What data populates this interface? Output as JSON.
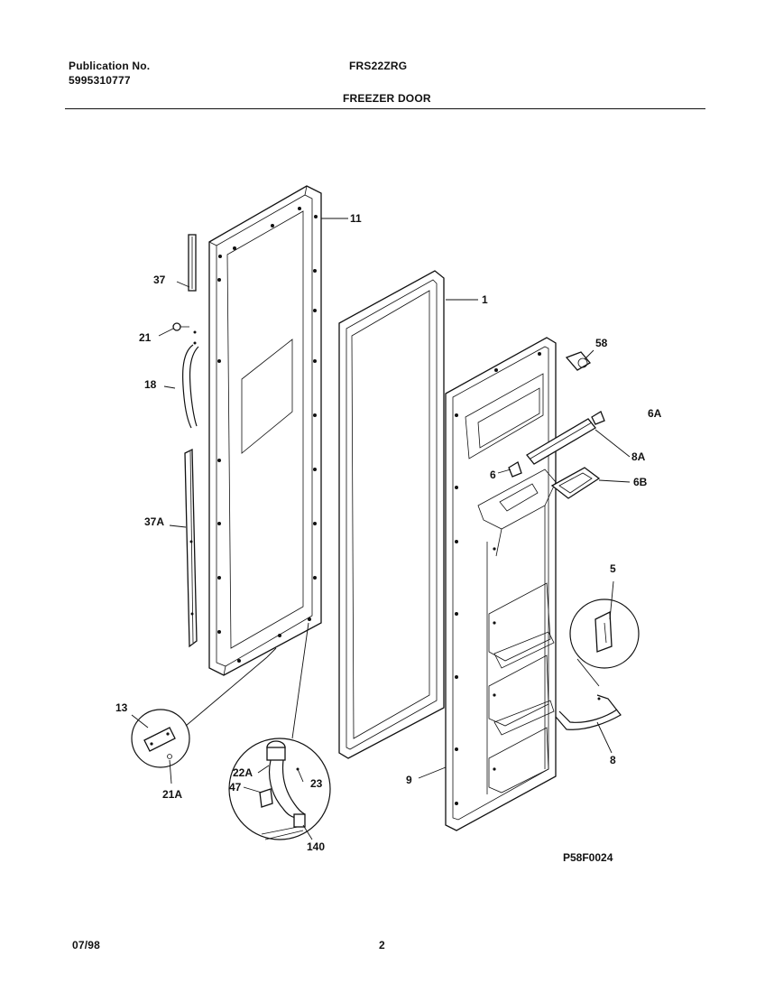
{
  "header": {
    "publication_label": "Publication No.",
    "publication_number": "5995310777",
    "model": "FRS22ZRG",
    "section_title": "FREEZER DOOR"
  },
  "callouts": {
    "c11": "11",
    "c1": "1",
    "c37": "37",
    "c21": "21",
    "c18": "18",
    "c37a": "37A",
    "c58": "58",
    "c6a": "6A",
    "c8a": "8A",
    "c6": "6",
    "c6b": "6B",
    "c5": "5",
    "c8": "8",
    "c9": "9",
    "c13": "13",
    "c21a": "21A",
    "c22a": "22A",
    "c23": "23",
    "c47": "47",
    "c140": "140"
  },
  "figure_code": "P58F0024",
  "footer": {
    "date": "07/98",
    "page": "2"
  }
}
